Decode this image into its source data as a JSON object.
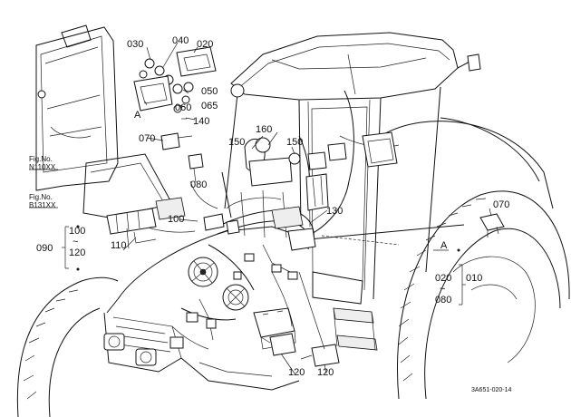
{
  "figure_code": "3A651-020-14",
  "figure_refs": [
    {
      "label": "Fig.No.",
      "code": "N110XX"
    },
    {
      "label": "Fig.No.",
      "code": "B131XX"
    }
  ],
  "callouts": {
    "c030": "030",
    "c040": "040",
    "c020_top": "020",
    "c050": "050",
    "c060": "060",
    "c065": "065",
    "c140": "140",
    "c070_left": "070",
    "c080_left": "080",
    "c150_a": "150",
    "c160": "160",
    "c150_b": "150",
    "c130": "130",
    "c100": "100",
    "c110": "110",
    "c070_right": "070",
    "c120_a": "120",
    "c120_b": "120",
    "range_left_top": "100",
    "range_left_bottom": "120",
    "range_left_tilde": "~",
    "range_left_ref": "090",
    "range_right_top": "020",
    "range_right_bottom": "080",
    "range_right_tilde": "~",
    "range_right_ref": "010",
    "marker_a_top": "A",
    "marker_a_right": "A"
  }
}
